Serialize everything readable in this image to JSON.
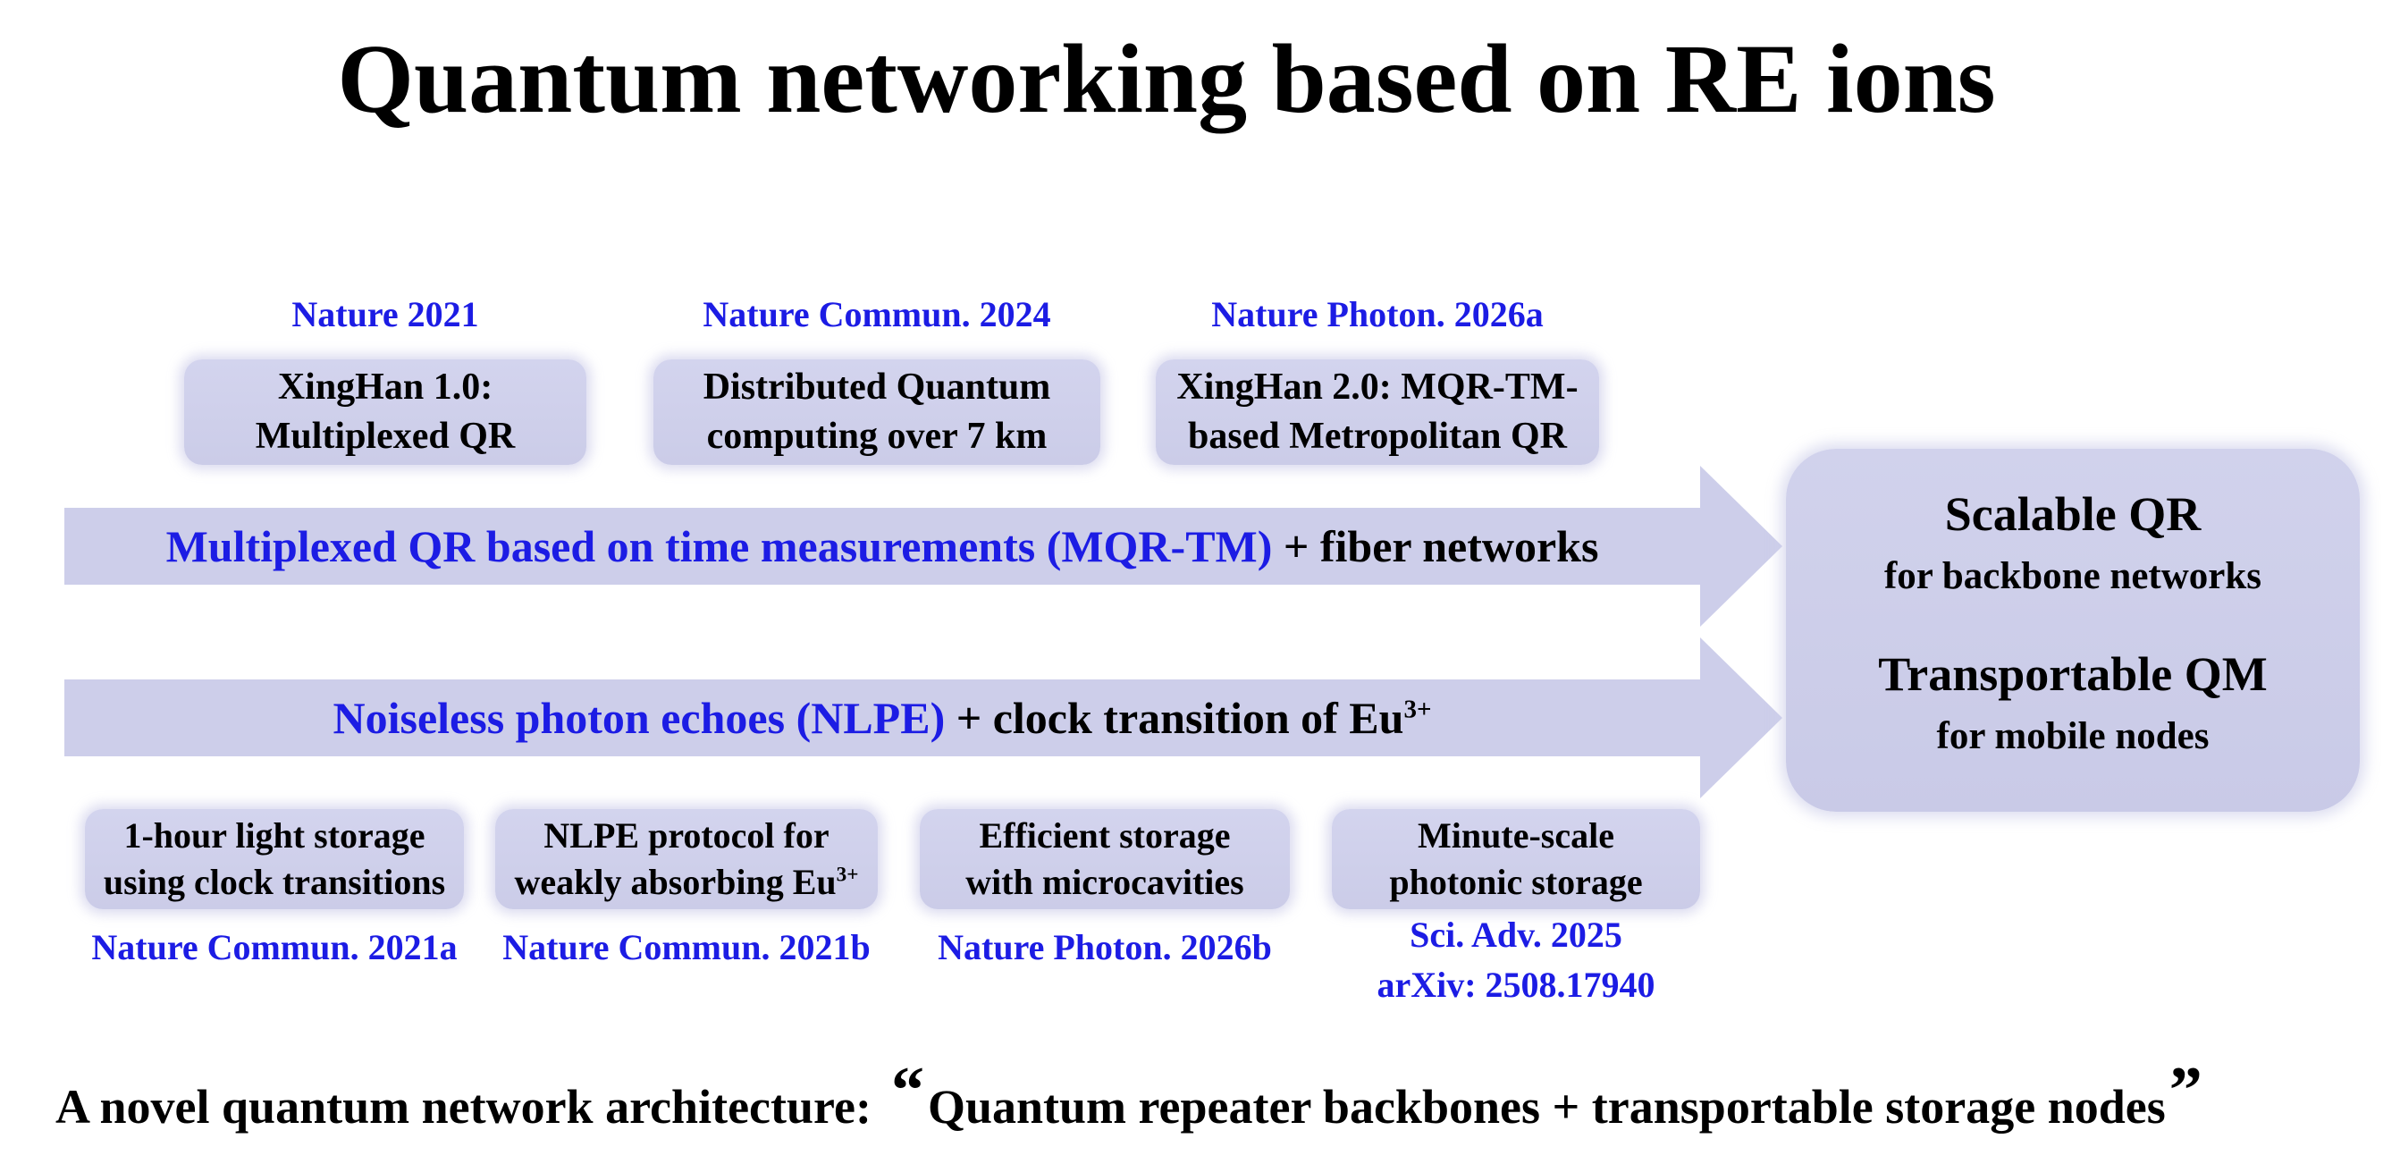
{
  "slide_title": "Quantum networking based on RE ions",
  "colors": {
    "accent_blue": "#1c1ce4",
    "panel_lavender": "#cdceea",
    "text_black": "#000000",
    "background": "#ffffff"
  },
  "top_milestones": [
    {
      "journal": "Nature 2021",
      "line1": "XingHan 1.0:",
      "line2": "Multiplexed QR"
    },
    {
      "journal": "Nature Commun. 2024",
      "line1": "Distributed Quantum",
      "line2": "computing over 7 km"
    },
    {
      "journal": "Nature Photon. 2026a",
      "line1": "XingHan 2.0: MQR-TM-",
      "line2": "based Metropolitan QR"
    }
  ],
  "arrow_tracks": [
    {
      "highlight": "Multiplexed QR based on time measurements (MQR-TM)",
      "rest": " + fiber networks",
      "rest_sup": ""
    },
    {
      "highlight": "Noiseless photon echoes (NLPE)",
      "rest": " + clock transition of Eu",
      "rest_sup": "3+"
    }
  ],
  "outcome_panel": {
    "line1": "Scalable QR",
    "line2": "for backbone networks",
    "line3": "Transportable QM",
    "line4": "for mobile nodes"
  },
  "bottom_milestones": [
    {
      "line1": "1-hour light storage",
      "line2": "using clock transitions",
      "line2_sup": "",
      "ref1": "Nature Commun. 2021a",
      "ref2": ""
    },
    {
      "line1": "NLPE protocol for",
      "line2": "weakly absorbing Eu",
      "line2_sup": "3+",
      "ref1": "Nature Commun. 2021b",
      "ref2": ""
    },
    {
      "line1": "Efficient storage",
      "line2": "with microcavities",
      "line2_sup": "",
      "ref1": "Nature Photon. 2026b",
      "ref2": ""
    },
    {
      "line1": "Minute-scale",
      "line2": "photonic storage",
      "line2_sup": "",
      "ref1": "Sci. Adv. 2025",
      "ref2": "arXiv: 2508.17940"
    }
  ],
  "footer": {
    "prefix": "A novel quantum network architecture:",
    "open_quote": "“",
    "quote": "Quantum repeater backbones + transportable storage nodes",
    "close_quote": "”"
  }
}
